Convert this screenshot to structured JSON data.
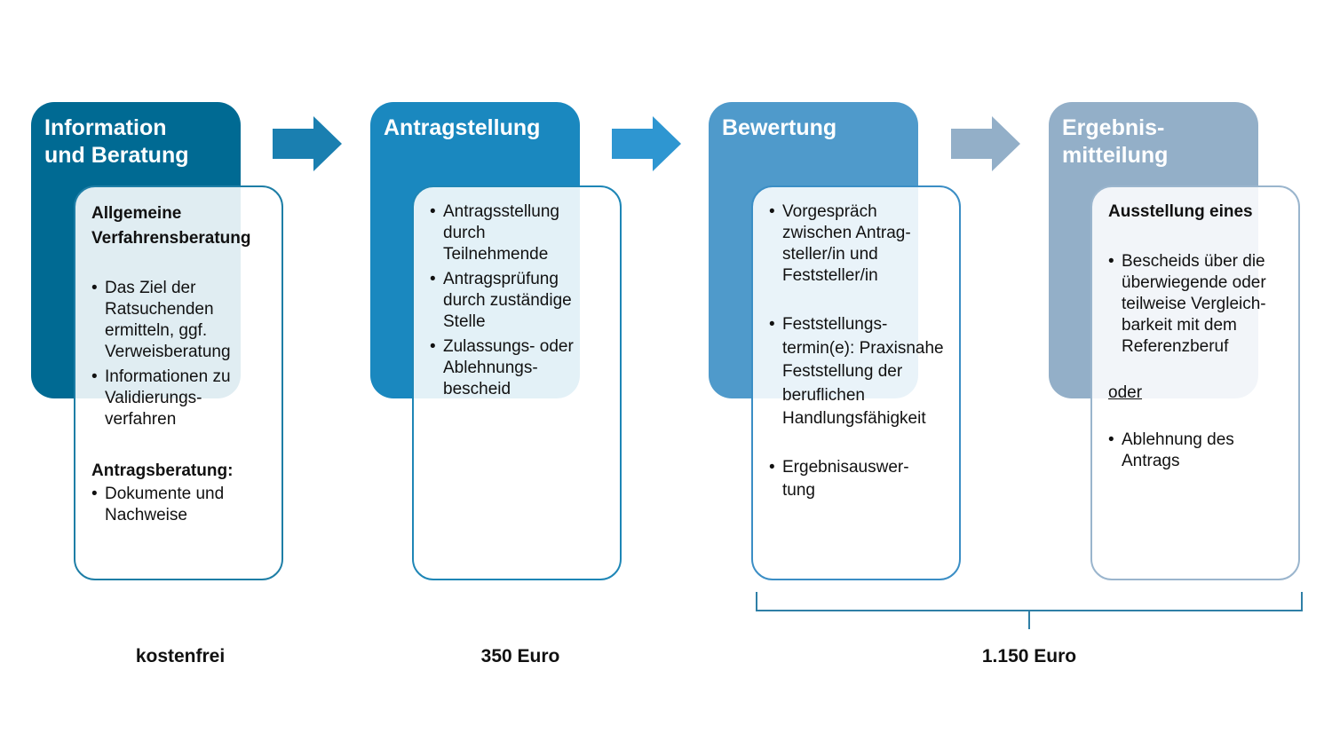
{
  "colors": {
    "stage1": "#006a93",
    "stage2": "#1a88bf",
    "stage3": "#4f9acb",
    "stage4": "#93afc8",
    "arrow1": "#1a7fb0",
    "arrow2": "#2e96d1",
    "arrow3": "#93afc8",
    "bracket": "#2f7fa6"
  },
  "stages": [
    {
      "title": "Information\nund Beratung",
      "card": {
        "heading1": "Allgemeine\nVerfahrensberatung",
        "items1": [
          "Das Ziel der Ratsuchenden ermitteln, ggf. Verweisberatung",
          "Informationen zu Validierungs-verfahren"
        ],
        "heading2": "Antragsberatung:",
        "items2": [
          "Dokumente und Nachweise"
        ]
      }
    },
    {
      "title": "Antragstellung",
      "card": {
        "items": [
          "Antragsstellung durch Teilnehmende",
          "Antragsprüfung durch zuständige Stelle",
          "Zulassungs- oder Ablehnungs-bescheid"
        ]
      }
    },
    {
      "title": "Bewertung",
      "card": {
        "items": [
          "Vorgespräch zwischen Antrag-steller/in und Feststeller/in",
          "Feststellungs-termin(e): Praxisnahe Feststellung der beruflichen Handlungsfähigkeit",
          "Ergebnisauswer-tung"
        ]
      }
    },
    {
      "title": "Ergebnis-\nmitteilung",
      "card": {
        "heading": "Ausstellung eines",
        "items1": [
          "Bescheids über die überwiegende oder teilweise Vergleich-barkeit mit dem Referenzberuf"
        ],
        "or": "oder",
        "items2": [
          "Ablehnung des Antrags"
        ]
      }
    }
  ],
  "costs": [
    "kostenfrei",
    "350 Euro",
    "1.150 Euro"
  ]
}
